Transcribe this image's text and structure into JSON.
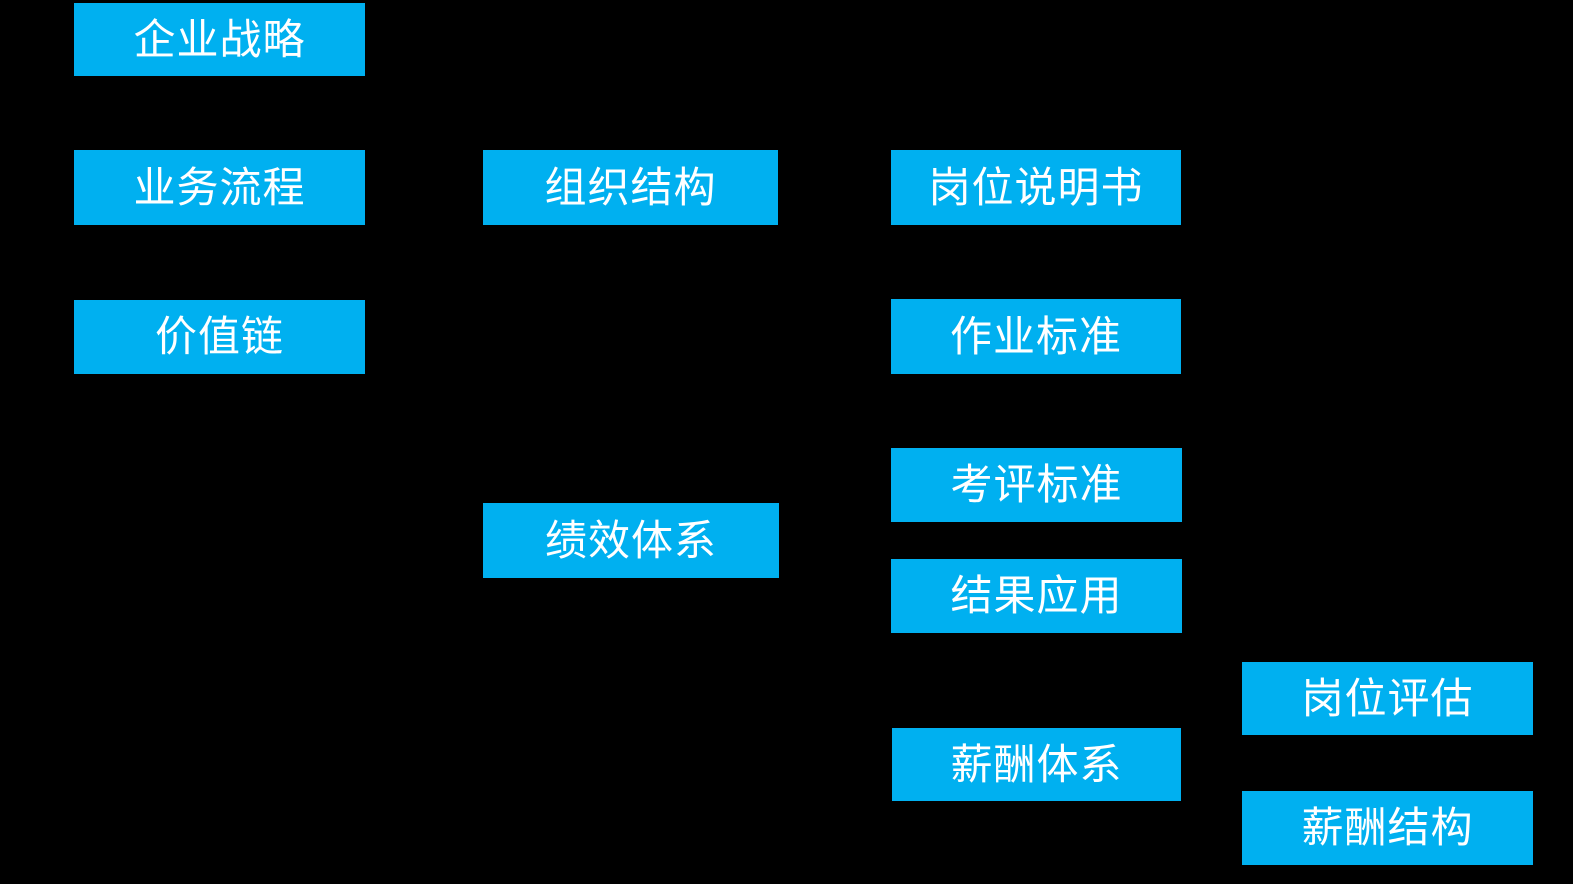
{
  "colors": {
    "background": "#000000",
    "node_fill": "#00b0f0",
    "node_text": "#ffffff"
  },
  "diagram": {
    "type": "flow-diagram",
    "description_visible_text_only": true,
    "nodes": [
      {
        "id": "enterprise-strategy",
        "label": "企业战略"
      },
      {
        "id": "business-process",
        "label": "业务流程"
      },
      {
        "id": "value-chain",
        "label": "价值链"
      },
      {
        "id": "organization-structure",
        "label": "组织结构"
      },
      {
        "id": "job-description",
        "label": "岗位说明书"
      },
      {
        "id": "work-standard",
        "label": "作业标准"
      },
      {
        "id": "appraisal-standard",
        "label": "考评标准"
      },
      {
        "id": "performance-system",
        "label": "绩效体系"
      },
      {
        "id": "result-application",
        "label": "结果应用"
      },
      {
        "id": "compensation-system",
        "label": "薪酬体系"
      },
      {
        "id": "job-evaluation",
        "label": "岗位评估"
      },
      {
        "id": "compensation-structure",
        "label": "薪酬结构"
      }
    ]
  }
}
